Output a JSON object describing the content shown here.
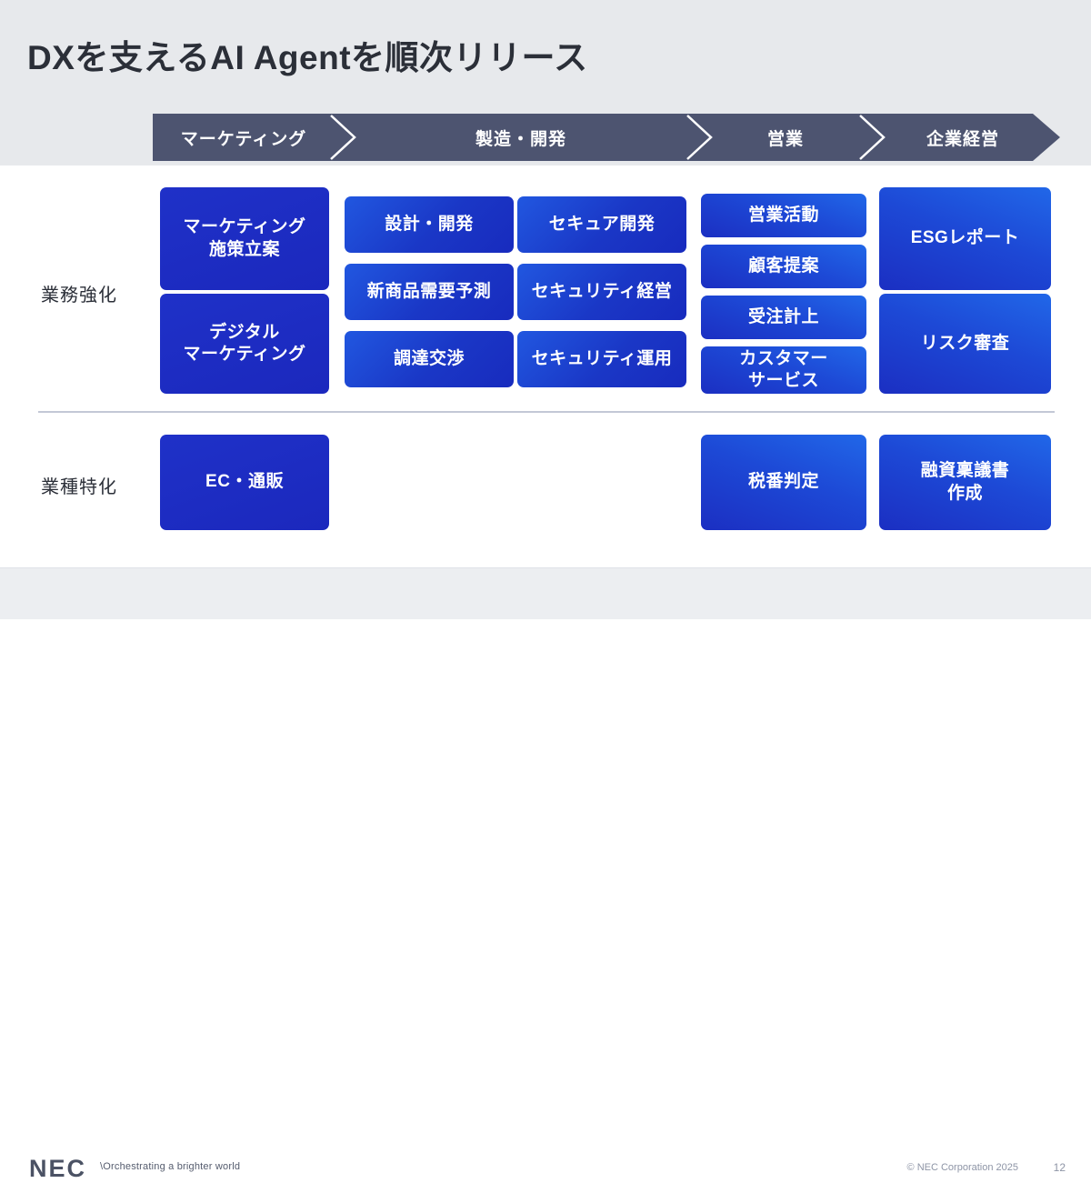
{
  "slide": {
    "title": "DXを支えるAI Agentを順次リリース",
    "background_color": "#ffffff",
    "band_color": "#e7e9ec",
    "chevron_color": "#4d5470",
    "accent_blue": "#1a37c6"
  },
  "process_band": {
    "stages": [
      {
        "label": "マーケティング"
      },
      {
        "label": "製造・開発"
      },
      {
        "label": "営業"
      },
      {
        "label": "企業経営"
      }
    ]
  },
  "row_labels": [
    {
      "label": "業務強化"
    },
    {
      "label": "業種特化"
    }
  ],
  "boxes": {
    "row1": [
      {
        "label": "マーケティング\n施策立案"
      },
      {
        "label": "デジタル\nマーケティング"
      },
      {
        "label": "設計・開発"
      },
      {
        "label": "新商品需要予測"
      },
      {
        "label": "調達交渉"
      },
      {
        "label": "セキュア開発"
      },
      {
        "label": "セキュリティ経営"
      },
      {
        "label": "セキュリティ運用"
      },
      {
        "label": "営業活動"
      },
      {
        "label": "顧客提案"
      },
      {
        "label": "受注計上"
      },
      {
        "label": "カスタマー\nサービス"
      },
      {
        "label": "ESGレポート"
      },
      {
        "label": "リスク審査"
      }
    ],
    "row2": [
      {
        "label": "EC・通販"
      },
      {
        "label": "税番判定"
      },
      {
        "label": "融資稟議書\n作成"
      }
    ]
  },
  "footer": {
    "logo": "NEC",
    "tagline": "\\Orchestrating a brighter world",
    "copyright": "© NEC Corporation 2025",
    "page_number": "12"
  }
}
